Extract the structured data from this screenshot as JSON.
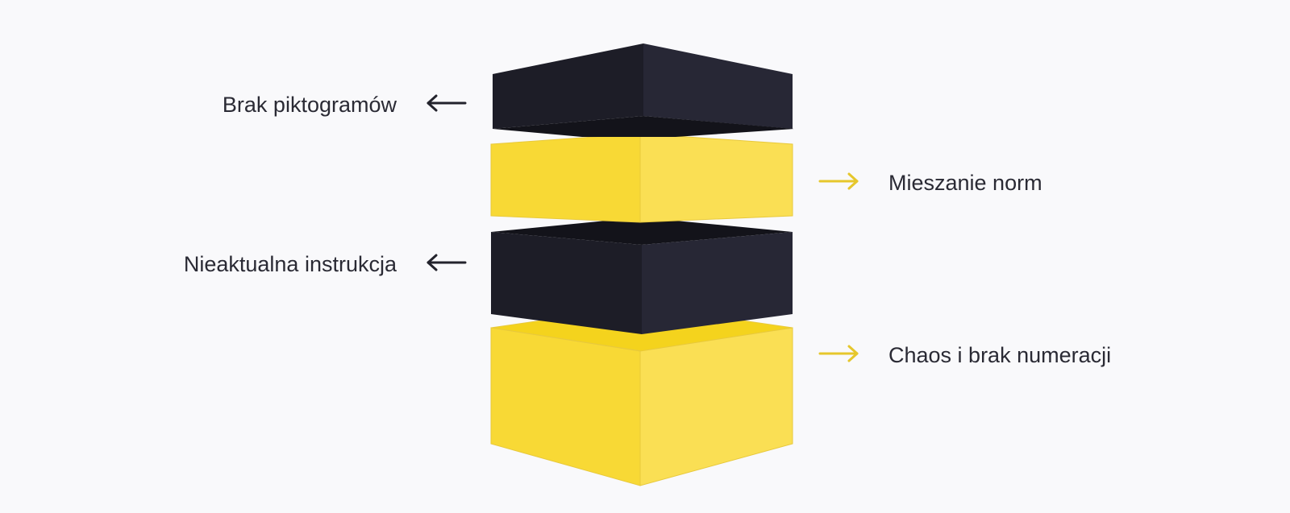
{
  "diagram": {
    "colors": {
      "background": "#f9f9fb",
      "dark_left": "#1d1d27",
      "dark_right": "#272735",
      "dark_top": "#13131a",
      "yellow_left": "#f8d935",
      "yellow_right": "#fadf54",
      "yellow_top": "#f4d31d",
      "yellow_edge": "#e8c93c",
      "arrow_dark": "#23232c",
      "arrow_yellow": "#e6c72c",
      "text": "#2a2a34"
    },
    "labels": [
      {
        "text": "Brak piktogramów",
        "side": "left",
        "arrow_color": "dark"
      },
      {
        "text": "Mieszanie norm",
        "side": "right",
        "arrow_color": "yellow"
      },
      {
        "text": "Nieaktualna instrukcja",
        "side": "left",
        "arrow_color": "dark"
      },
      {
        "text": "Chaos i brak numeracji",
        "side": "right",
        "arrow_color": "yellow"
      }
    ]
  }
}
